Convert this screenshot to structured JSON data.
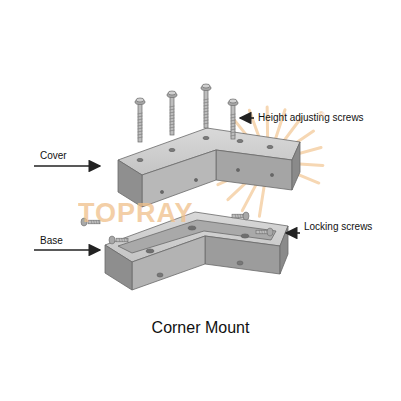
{
  "diagram": {
    "caption": "Corner Mount",
    "labels": [
      "Height adjusting screws",
      "Cover",
      "Locking screws",
      "Base",
      "TOPRAY",
      "®"
    ]
  }
}
